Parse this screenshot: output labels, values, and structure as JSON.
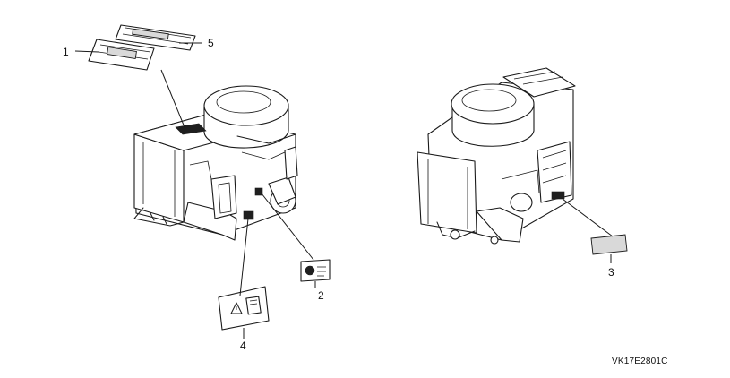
{
  "figure": {
    "drawing_code": "VK17E2801C",
    "callouts": [
      {
        "id": "callout-1",
        "label": "1"
      },
      {
        "id": "callout-2",
        "label": "2"
      },
      {
        "id": "callout-3",
        "label": "3"
      },
      {
        "id": "callout-4",
        "label": "4"
      },
      {
        "id": "callout-5",
        "label": "5"
      }
    ]
  }
}
